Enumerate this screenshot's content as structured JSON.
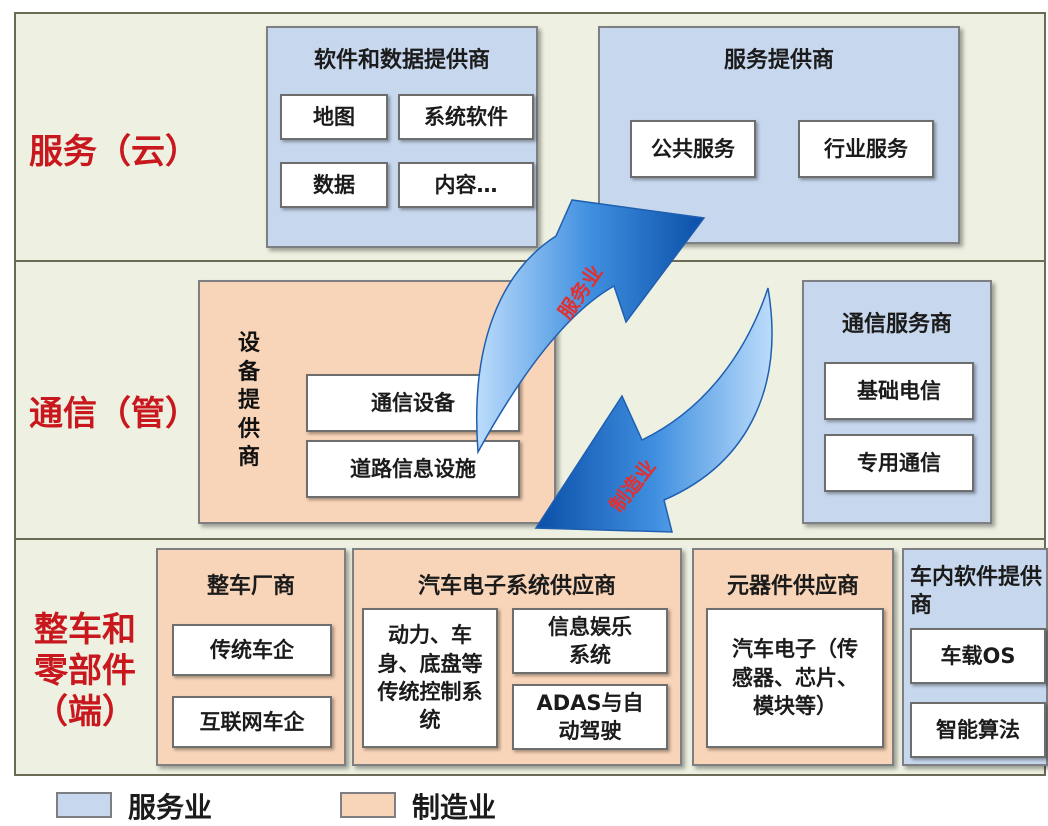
{
  "layers": {
    "cloud": "服务（云）",
    "pipe": "通信（管）",
    "edge": "整车和\n零部件\n（端）"
  },
  "cloud": {
    "software_provider": {
      "title": "软件和数据提供商",
      "items": [
        "地图",
        "系统软件",
        "数据",
        "内容…"
      ]
    },
    "service_provider": {
      "title": "服务提供商",
      "items": [
        "公共服务",
        "行业服务"
      ]
    }
  },
  "pipe": {
    "equipment_provider": {
      "title": "设备提供商",
      "items": [
        "通信设备",
        "道路信息设施"
      ]
    },
    "telecom_provider": {
      "title": "通信服务商",
      "items": [
        "基础电信",
        "专用通信"
      ]
    }
  },
  "edge": {
    "oem": {
      "title": "整车厂商",
      "items": [
        "传统车企",
        "互联网车企"
      ]
    },
    "electronics": {
      "title": "汽车电子系统供应商",
      "items": [
        "动力、车身、底盘等传统控制系统",
        "信息娱乐系统",
        "ADAS与自动驾驶"
      ]
    },
    "components": {
      "title": "元器件供应商",
      "items": [
        "汽车电子（传感器、芯片、模块等）"
      ]
    },
    "in_car_software": {
      "title": "车内软件提供商",
      "items": [
        "车载OS",
        "智能算法"
      ]
    }
  },
  "arrows": {
    "up_label": "服务业",
    "down_label": "制造业"
  },
  "legend": {
    "service_label": "服务业",
    "manufacturing_label": "制造业",
    "service_color": "#c7d8ee",
    "manufacturing_color": "#f8d4b8"
  }
}
